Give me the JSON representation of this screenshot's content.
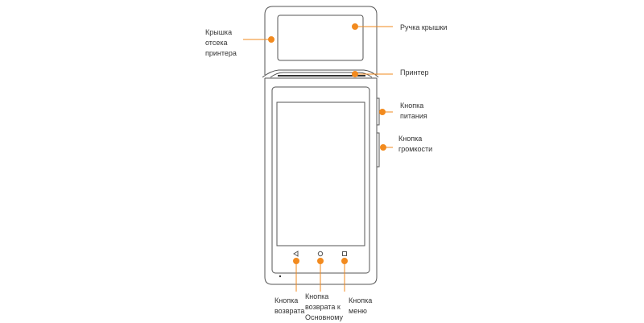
{
  "colors": {
    "accent": "#f28a1e",
    "outline": "#555555",
    "text": "#333333"
  },
  "icons": {
    "back": "triangle-left-icon",
    "home": "circle-icon",
    "menu": "square-icon"
  },
  "labels": {
    "cover": "Крышка\nотсека\nпринтера",
    "cover_handle": "Ручка крышки",
    "printer": "Принтер",
    "power": "Кнопка\nпитания",
    "volume": "Кнопка\nгромкости",
    "back": "Кнопка\nвозврата",
    "home": "Кнопка\nвозврата к\nОсновному",
    "menu": "Кнопка\nменю"
  }
}
